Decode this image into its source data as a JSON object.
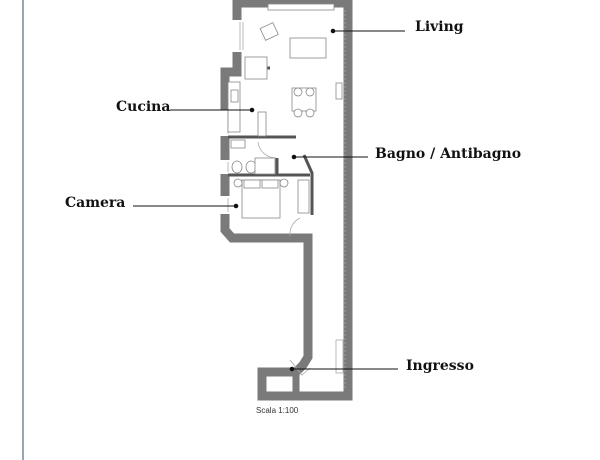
{
  "rooms": {
    "living": "Living",
    "kitchen": "Cucina",
    "bathroom": "Bagno / Antibagno",
    "bedroom": "Camera",
    "entrance": "Ingresso"
  },
  "scale": "Scala 1:100",
  "colors": {
    "wall": "#7a7a7a",
    "line": "#111111",
    "border": "#9aa4b4"
  }
}
